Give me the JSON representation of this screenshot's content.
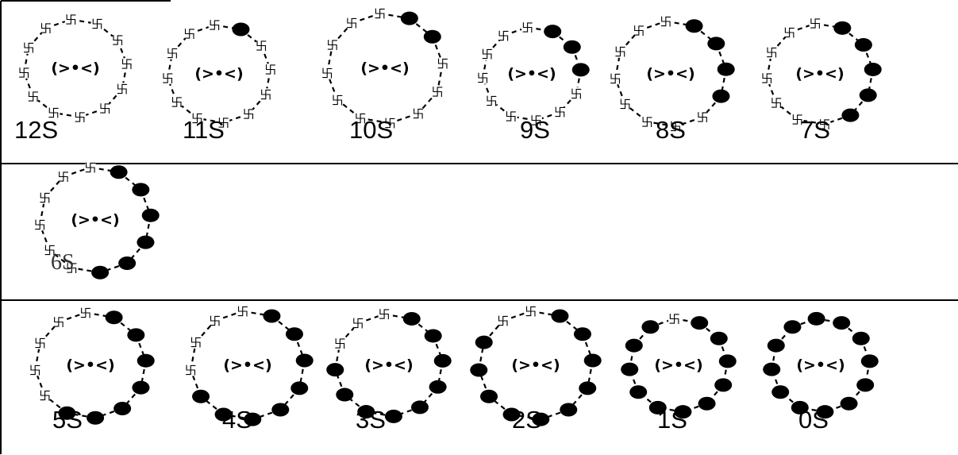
{
  "panels": [
    {
      "label": "12S",
      "filled": 0
    },
    {
      "label": "11S",
      "filled": 1
    },
    {
      "label": "10S",
      "filled": 2
    },
    {
      "label": "9S",
      "filled": 3
    },
    {
      "label": "8S",
      "filled": 4
    },
    {
      "label": "7S",
      "filled": 5
    },
    {
      "label": "6S",
      "filled": 6
    },
    {
      "label": "5S",
      "filled": 7
    },
    {
      "label": "4S",
      "filled": 8
    },
    {
      "label": "3S",
      "filled": 9
    },
    {
      "label": "2S",
      "filled": 10
    },
    {
      "label": "1S",
      "filled": 11
    },
    {
      "label": "0S",
      "filled": 12
    }
  ],
  "center_symbol": "(>•<)",
  "unfilled_glyph": "卐",
  "colors": {
    "ink": "#000000",
    "grid": "#000000",
    "background": "#ffffff"
  }
}
